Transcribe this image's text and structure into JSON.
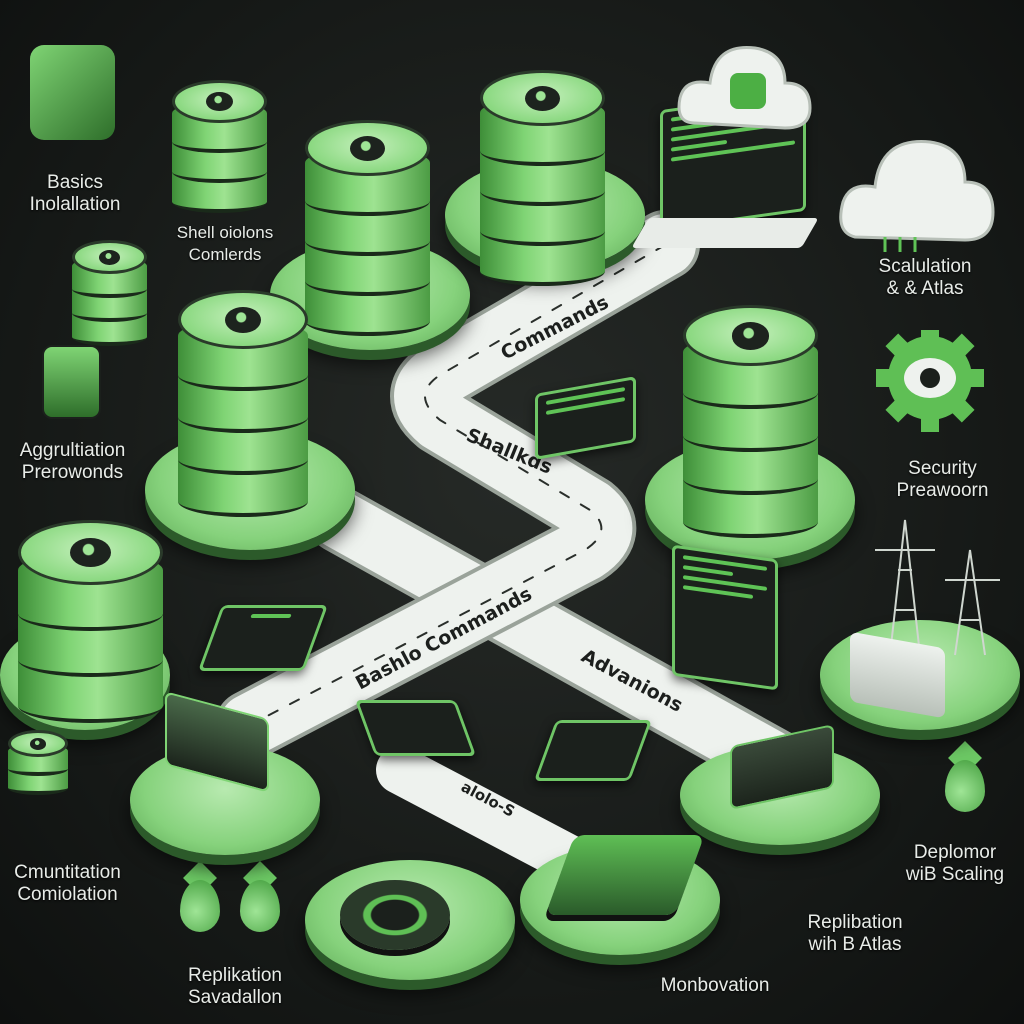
{
  "labels": {
    "basics": "Basics\nInolallation",
    "shell": "Shell oiolons\nComlerds",
    "scaling": "Scalulation\n& & Atlas",
    "aggregation": "Aggrultiation\nPrerowonds",
    "security": "Security\nPreawoorn",
    "deployment": "Deplomor\nwiB Scaling",
    "replication_atlas": "Replibation\nwih B Atlas",
    "replication": "Replikation\nSavadallon",
    "monitoring": "Monbovation",
    "quantization": "Cmuntitation\nComiolation"
  },
  "road": {
    "commands_top": "Commands",
    "shell": "Shallkds",
    "basic_commands": "Bashlo Commands",
    "advanced": "Advanions",
    "lower": "alolo-S"
  },
  "colors": {
    "accent": "#86d27c",
    "dark_accent": "#3e8e38",
    "background": "#151816",
    "road": "#eef2ee"
  }
}
